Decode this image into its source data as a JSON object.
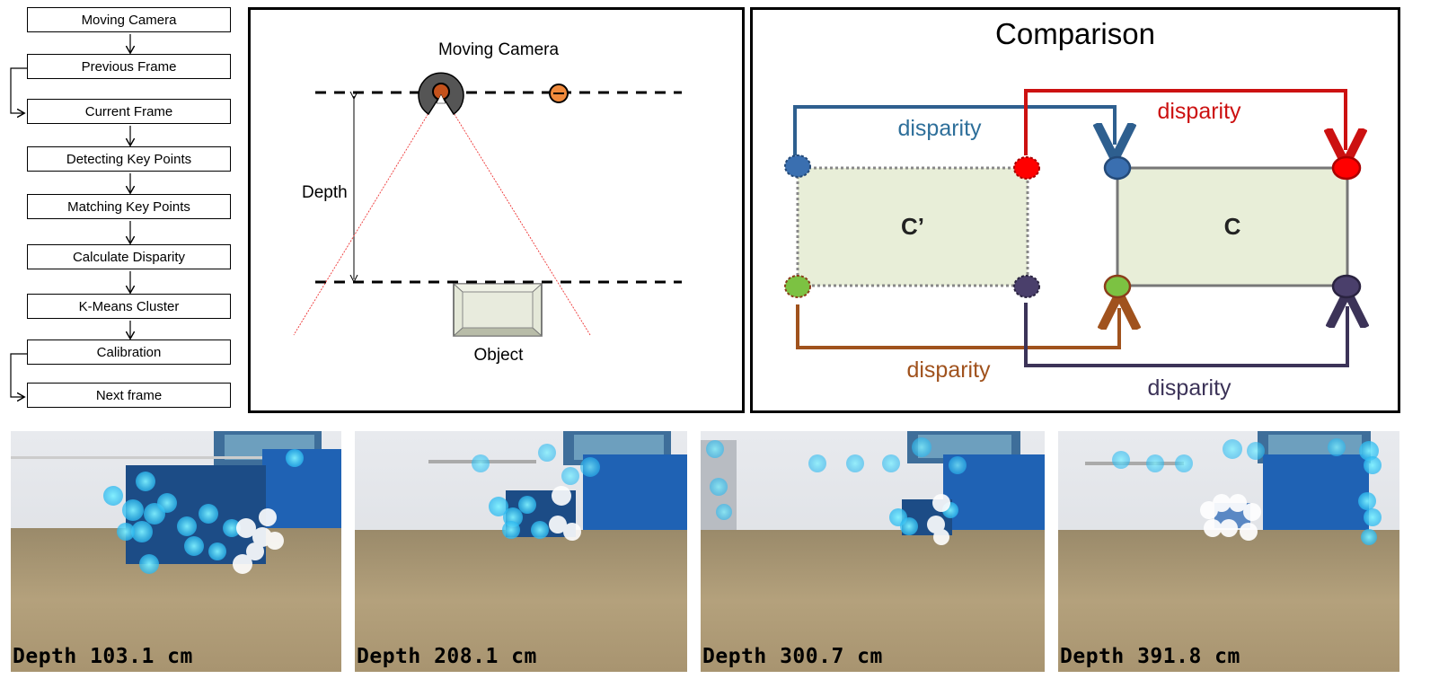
{
  "flowchart": {
    "steps": [
      "Moving Camera",
      "Previous Frame",
      "Current Frame",
      "Detecting Key Points",
      "Matching Key Points",
      "Calculate Disparity",
      "K-Means Cluster",
      "Calibration",
      "Next frame"
    ]
  },
  "camera_diagram": {
    "camera_label": "Moving Camera",
    "depth_label": "Depth",
    "object_label": "Object"
  },
  "comparison": {
    "title": "Comparison",
    "left_rect_label": "C’",
    "right_rect_label": "C",
    "disparity_top_left": "disparity",
    "disparity_top_right": "disparity",
    "disparity_bottom_left": "disparity",
    "disparity_bottom_right": "disparity",
    "colors": {
      "blue": "#2e5f8f",
      "red": "#cc1111",
      "orange": "#a0521d",
      "purple": "#3c3358",
      "green": "#7cc242",
      "fill": "#e8eed8"
    }
  },
  "photos": [
    {
      "caption": "Depth 103.1 cm"
    },
    {
      "caption": "Depth 208.1 cm"
    },
    {
      "caption": "Depth 300.7 cm"
    },
    {
      "caption": "Depth 391.8 cm"
    }
  ]
}
